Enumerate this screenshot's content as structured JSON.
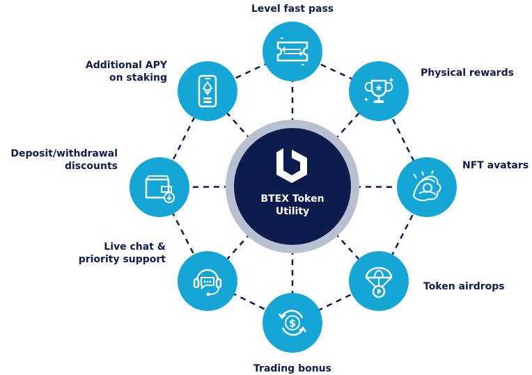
{
  "colors": {
    "node": "#16a6d6",
    "hub": "#0e1c4d",
    "hub_ring": "#b7bfd1",
    "link": "#0e1c4d",
    "text": "#0f1c4a"
  },
  "hub": {
    "title_line1": "BTEX Token",
    "title_line2": "Utility",
    "icon": "btex-logo-icon"
  },
  "nodes": [
    {
      "id": "level-fast-pass",
      "label_lines": [
        "Level fast pass"
      ],
      "icon": "ticket-icon"
    },
    {
      "id": "physical-rewards",
      "label_lines": [
        "Physical rewards"
      ],
      "icon": "trophy-icon"
    },
    {
      "id": "nft-avatars",
      "label_lines": [
        "NFT avatars"
      ],
      "icon": "nft-character-icon"
    },
    {
      "id": "token-airdrops",
      "label_lines": [
        "Token airdrops"
      ],
      "icon": "parachute-icon"
    },
    {
      "id": "trading-bonus",
      "label_lines": [
        "Trading bonus"
      ],
      "icon": "dollar-cycle-icon"
    },
    {
      "id": "live-chat",
      "label_lines": [
        "Live chat &",
        "priority support"
      ],
      "icon": "headset-chat-icon"
    },
    {
      "id": "deposit-discounts",
      "label_lines": [
        "Deposit/withdrawal",
        "discounts"
      ],
      "icon": "wallet-icon"
    },
    {
      "id": "additional-apy",
      "label_lines": [
        "Additional APY",
        "on staking"
      ],
      "icon": "phone-staking-icon"
    }
  ]
}
